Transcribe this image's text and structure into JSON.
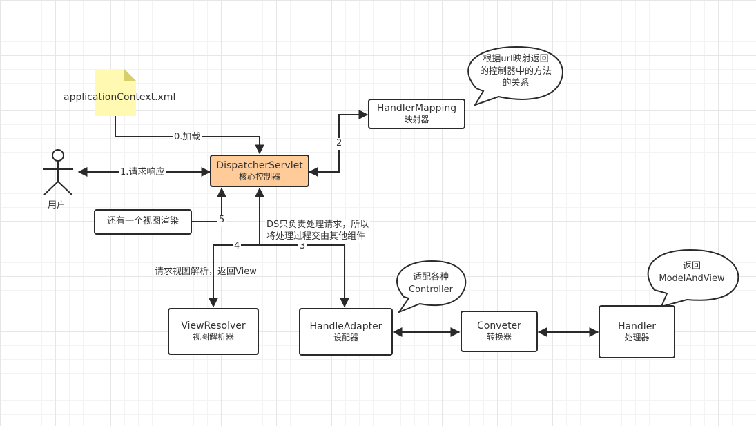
{
  "file": {
    "label": "applicationContext.xml"
  },
  "user": {
    "label": "用户"
  },
  "dispatcher": {
    "title": "DispatcherServlet",
    "subtitle": "核心控制器"
  },
  "handler_mapping": {
    "title": "HandlerMapping",
    "subtitle": "映射器"
  },
  "view_render": {
    "label": "还有一个视图渲染"
  },
  "view_resolver": {
    "title": "ViewResolver",
    "subtitle": "视图解析器"
  },
  "handle_adapter": {
    "title": "HandleAdapter",
    "subtitle": "设配器"
  },
  "converter": {
    "title": "Conveter",
    "subtitle": "转换器"
  },
  "handler": {
    "title": "Handler",
    "subtitle": "处理器"
  },
  "bubbles": {
    "mapping": [
      "根据url映射返回",
      "的控制器中的方法",
      "的关系"
    ],
    "adapter": [
      "适配各种",
      "Controller"
    ],
    "handler": [
      "返回",
      "ModelAndView"
    ]
  },
  "edges": {
    "load": "0.加载",
    "request_response": "1.请求响应",
    "mapping": "2",
    "adapter": "3",
    "resolver": "4",
    "render": "5"
  },
  "notes": {
    "ds": [
      "DS只负责处理请求，所以",
      "将处理过程交由其他组件"
    ],
    "resolver": "请求视图解析，返回View"
  },
  "colors": {
    "dispatcher_fill": "#ffcc99",
    "note_fill": "#fff9b1",
    "line": "#2a2a2a"
  }
}
